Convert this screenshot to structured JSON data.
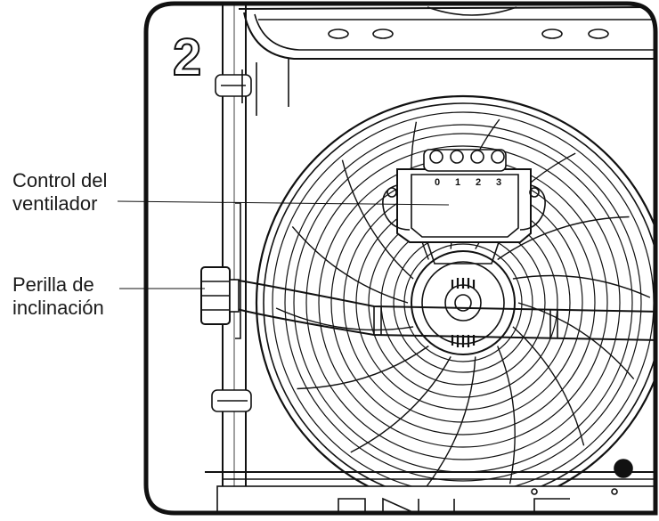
{
  "figure": {
    "step_number": "2",
    "callouts": [
      {
        "line1": "Control del",
        "line2": "ventilador"
      },
      {
        "line1": "Perilla de",
        "line2": "inclinación"
      }
    ],
    "switch_positions": [
      "0",
      "1",
      "2",
      "3"
    ],
    "colors": {
      "line": "#111111",
      "background": "#ffffff",
      "text": "#1a1a1a"
    }
  }
}
